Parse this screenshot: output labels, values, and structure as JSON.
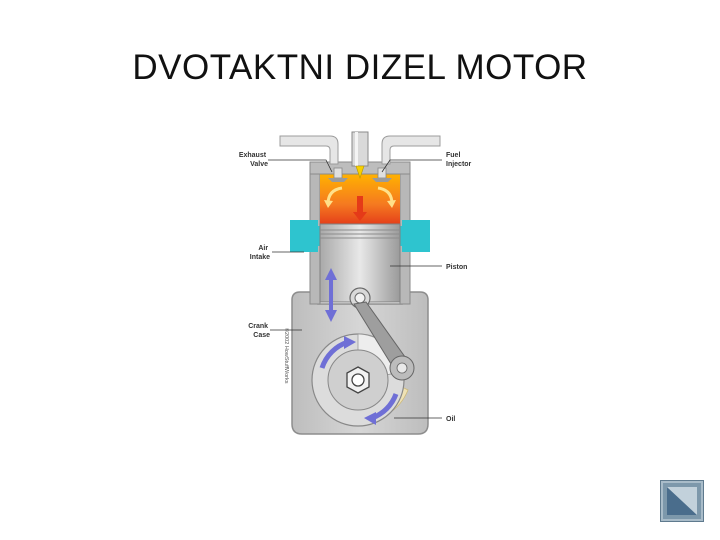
{
  "slide": {
    "title": "DVOTAKTNI DIZEL MOTOR"
  },
  "diagram": {
    "labels": {
      "exhaust_valve": [
        "Exhaust",
        "Valve"
      ],
      "fuel_injector": [
        "Fuel",
        "Injector"
      ],
      "air_intake": [
        "Air",
        "Intake"
      ],
      "piston": "Piston",
      "crank_case": [
        "Crank",
        "Case"
      ],
      "oil": "Oil"
    },
    "copyright": "©2002 HowStuffWorks"
  },
  "icons": {
    "nav_back": "back-triangle-icon"
  },
  "colors": {
    "combustion": "#f58220",
    "air": "#2ec4cf",
    "arrow": "#6f6fd6",
    "metal": "#c7c7c7",
    "oil": "#efe2b5",
    "nav": "#4a6d8c"
  }
}
